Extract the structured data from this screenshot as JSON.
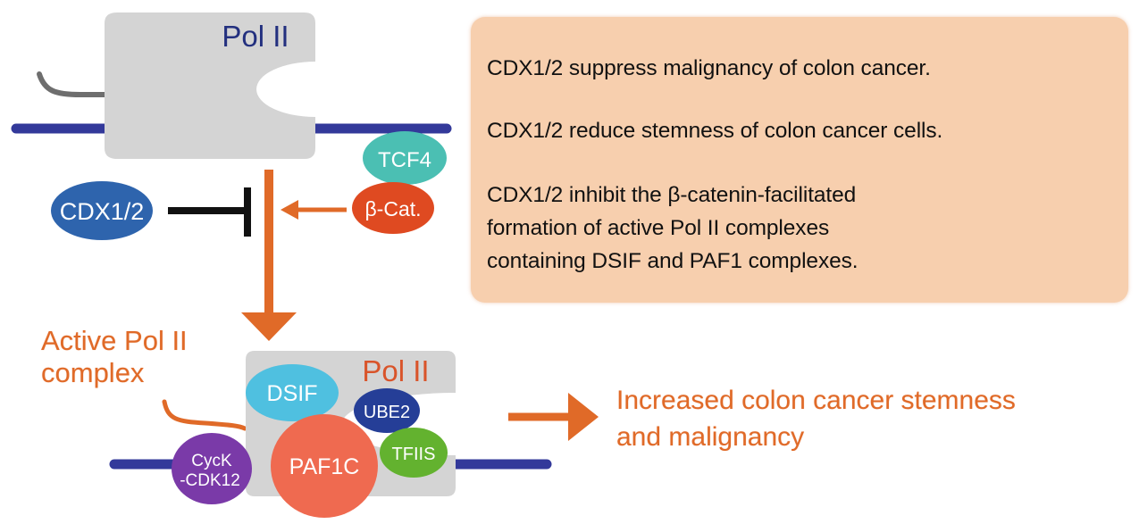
{
  "colors": {
    "dna": "#33399a",
    "pol_ii_body": "#d4d4d4",
    "pol_ii_label_top": "#23307f",
    "pol_ii_label_bottom": "#d9542a",
    "rna": "#6e6e6e",
    "orange": "#e06a28",
    "inhibition": "#111111",
    "summary_bg": "#f7cfae",
    "tcf4": "#4bbfb3",
    "beta_cat": "#df4a21",
    "cdx": "#2e64ad",
    "dsif": "#4fc0e0",
    "ube2": "#253e97",
    "tfiis": "#63b22f",
    "paf1c": "#ef6a50",
    "cyck": "#7a3aa8"
  },
  "top_complex": {
    "pol_ii_label": "Pol II",
    "tcf4_label": "TCF4",
    "beta_cat_label": "β-Cat.",
    "cdx_label": "CDX1/2"
  },
  "bottom_complex": {
    "title_line1": "Active Pol II",
    "title_line2": "complex",
    "pol_ii_label": "Pol II",
    "dsif_label": "DSIF",
    "ube2_label": "UBE2",
    "tfiis_label": "TFIIS",
    "paf1c_label": "PAF1C",
    "cyck_line1": "CycK",
    "cyck_line2": "-CDK12"
  },
  "outcome": {
    "line1": "Increased colon cancer stemness",
    "line2": "and malignancy"
  },
  "summary": {
    "line1": "CDX1/2 suppress malignancy of colon cancer.",
    "line2": "CDX1/2 reduce stemness of colon cancer cells.",
    "line3a": "CDX1/2 inhibit the β-catenin-facilitated",
    "line3b": "formation of active Pol II complexes",
    "line3c": "containing DSIF and PAF1 complexes."
  }
}
